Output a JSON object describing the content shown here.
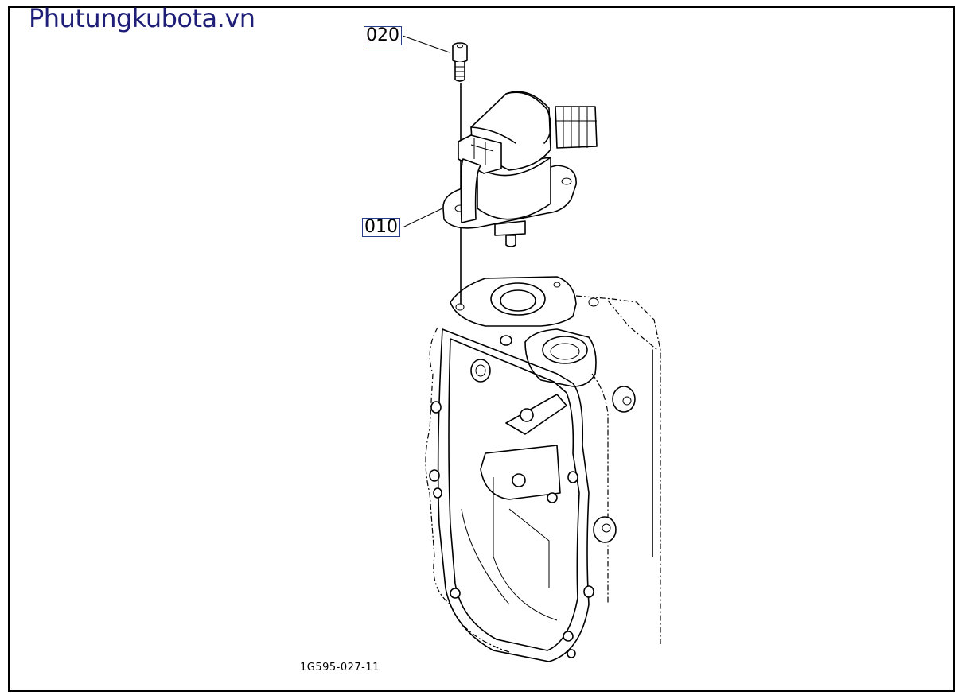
{
  "watermark": "Phutungkubota.vn",
  "callouts": {
    "part_020": "020",
    "part_010": "010"
  },
  "drawing_number": "1G595-027-11",
  "colors": {
    "watermark": "#1e1e78",
    "callout_border": "#2a3a8c",
    "line": "#000000"
  }
}
